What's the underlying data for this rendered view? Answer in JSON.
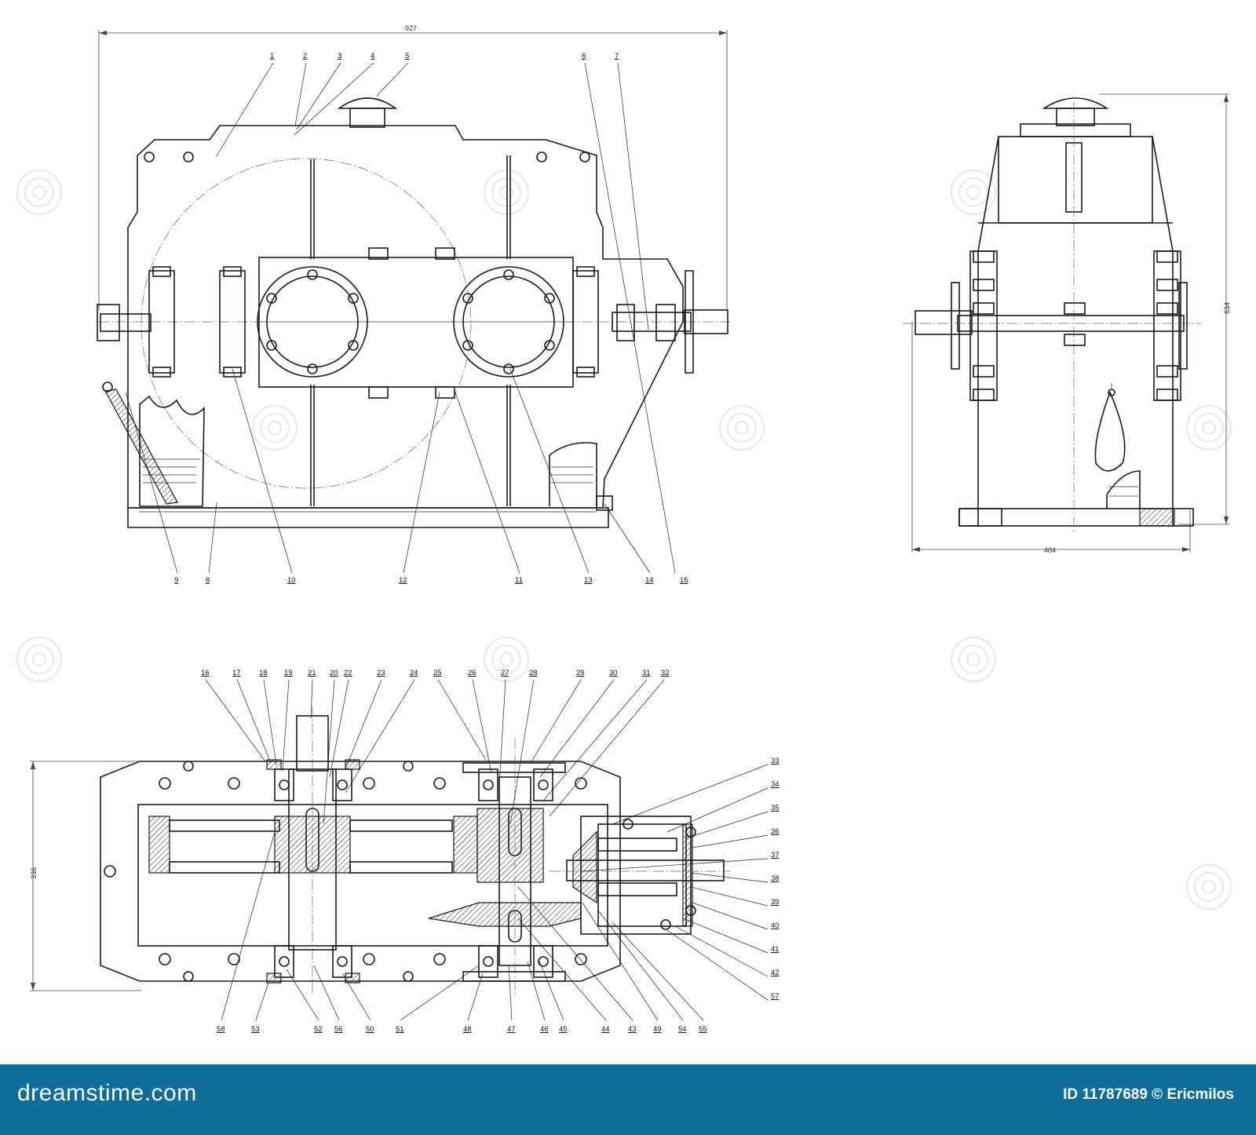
{
  "views": {
    "front": {
      "overall_width": "927",
      "labels": [
        "1",
        "2",
        "3",
        "4",
        "5",
        "6",
        "7",
        "9",
        "8",
        "10",
        "12",
        "11",
        "13",
        "14",
        "15"
      ]
    },
    "side": {
      "height": "634",
      "width": "404"
    },
    "plan": {
      "height": "336",
      "top_labels": [
        "16",
        "17",
        "18",
        "19",
        "21",
        "20",
        "22",
        "23",
        "24",
        "25",
        "26",
        "27",
        "28",
        "29",
        "30",
        "31",
        "32"
      ],
      "right_labels": [
        "33",
        "34",
        "35",
        "36",
        "37",
        "38",
        "39",
        "40",
        "41",
        "42",
        "57"
      ],
      "bottom_labels": [
        "58",
        "53",
        "52",
        "56",
        "50",
        "51",
        "48",
        "47",
        "46",
        "45",
        "44",
        "43",
        "49",
        "54",
        "55"
      ]
    }
  },
  "watermark": {
    "text": "dreamstime"
  },
  "footer": {
    "logo": "dreamstime.com",
    "id_text": "ID 11787689 © Ericmilos",
    "background": "#0f6e99"
  }
}
